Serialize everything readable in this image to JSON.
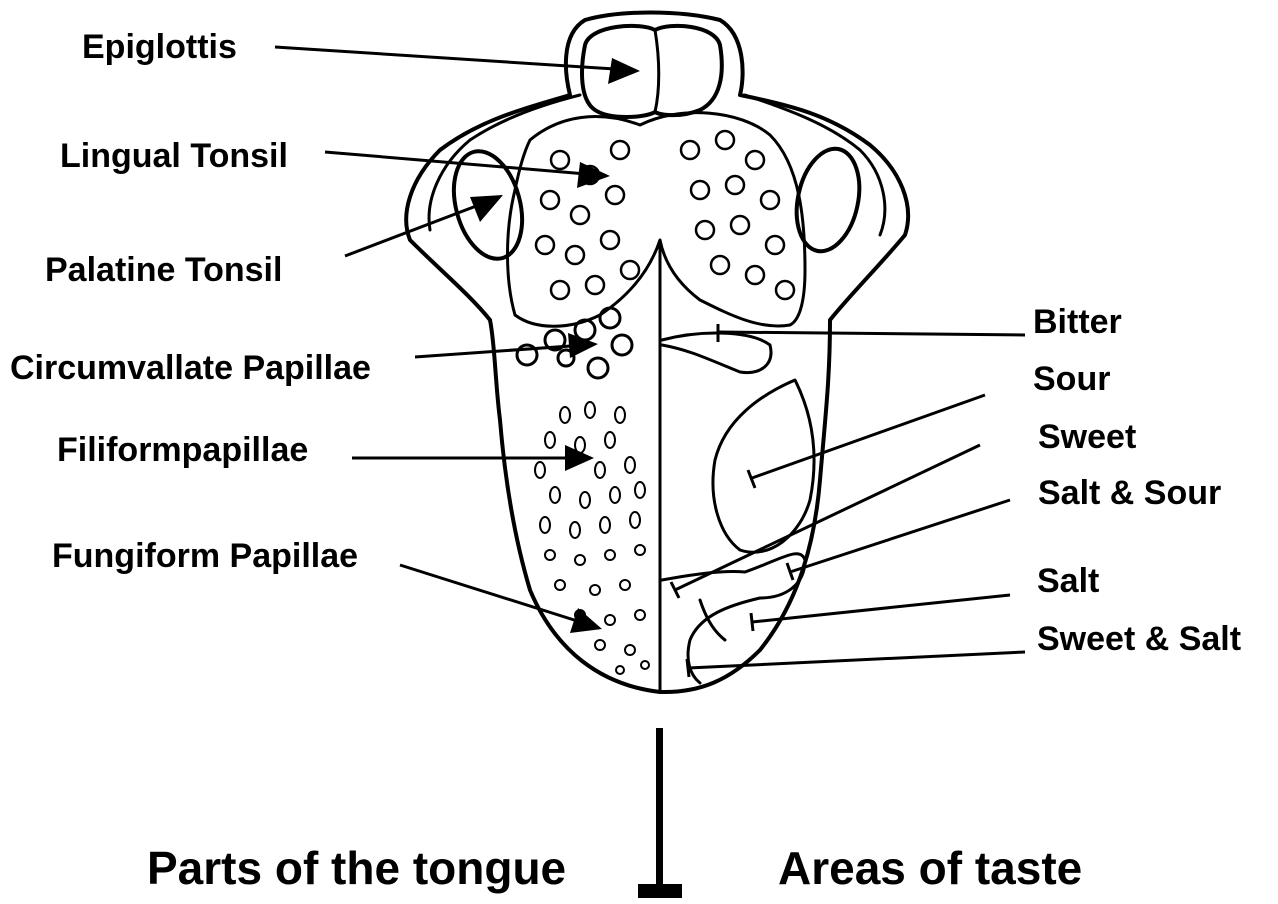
{
  "diagram": {
    "parts_labels": [
      "Epiglottis",
      "Lingual Tonsil",
      "Palatine Tonsil",
      "Circumvallate Papillae",
      "Filiformpapillae",
      "Fungiform Papillae"
    ],
    "taste_labels": [
      "Bitter",
      "Sour",
      "Sweet",
      "Salt & Sour",
      "Salt",
      "Sweet & Salt"
    ],
    "captions": {
      "left": "Parts of the tongue",
      "right": "Areas of taste"
    },
    "colors": {
      "ink": "#000000",
      "background": "#ffffff"
    }
  }
}
